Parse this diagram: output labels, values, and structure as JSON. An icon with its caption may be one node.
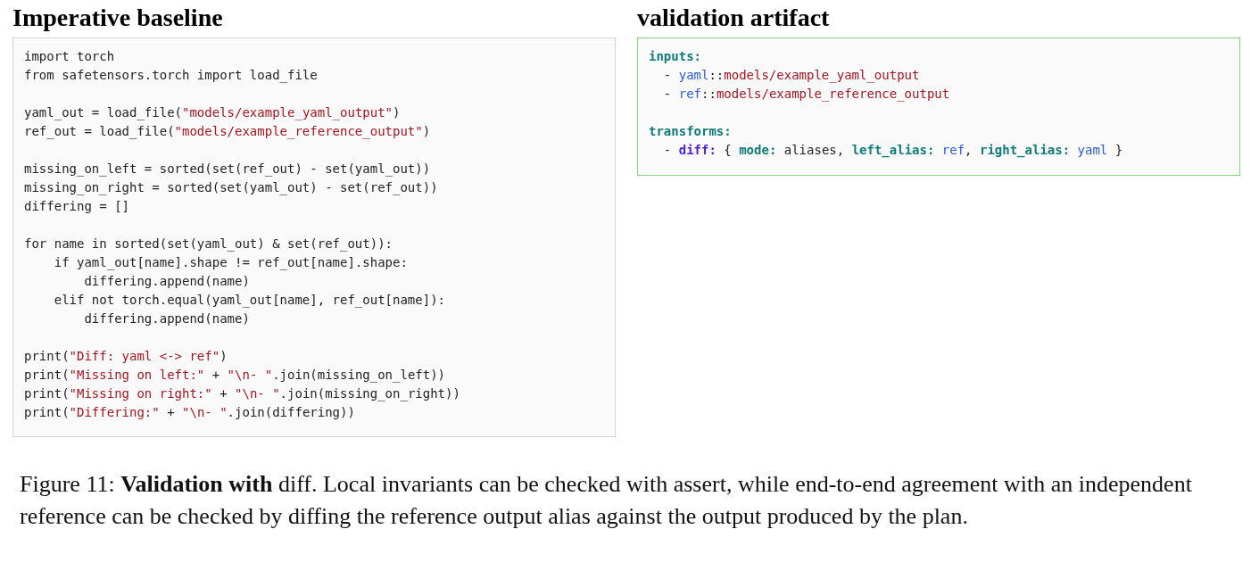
{
  "diagram": {
    "caption": "Figure 11: **Validation with** diff. Local invariants can be checked with assert, while end-to-end agreement with an independent reference can be checked by diffing the reference output alias against the output produced by the plan.",
    "nodes": [
      {
        "text": [
          "Imperative baseline",
          "import torch",
          "from safetensors.torch import load_file",
          "yaml_out = load_file(\"models/example_yaml_output\")",
          "ref_out = load_file(\"models/example_reference_output\")",
          "missing_on_left = sorted(set(ref_out) - set(yaml_out))",
          "missing_on_right = sorted(set(yaml_out) - set(ref_out))",
          "differing = []",
          "for name in sorted(set(yaml_out) & set(ref_out)):",
          "    if yaml_out[name].shape != ref_out[name].shape:",
          "        differing.append(name)",
          "    elif not torch.equal(yaml_out[name], ref_out[name]):",
          "        differing.append(name)",
          "print(\"Diff: yaml <-> ref\")",
          "print(\"Missing on left:\" + \"\\n- \".join(missing_on_left))",
          "print(\"Missing on right:\" + \"\\n- \".join(missing_on_right))",
          "print(\"Differing:\" + \"\\n- \".join(differing))"
        ]
      },
      {
        "text": [
          "validation artifact",
          "inputs:",
          "  - yaml::models/example_yaml_output",
          "  - ref::models/example_reference_output",
          "transforms:",
          "  - diff: { mode: aliases, left_alias: ref, right_alias: yaml }"
        ]
      }
    ]
  }
}
